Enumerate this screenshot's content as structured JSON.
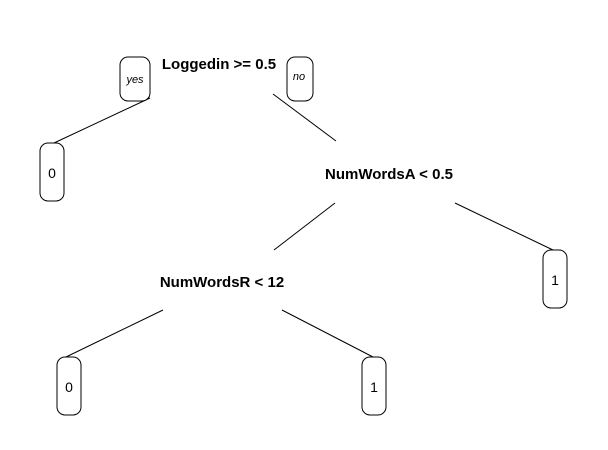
{
  "tree": {
    "root": {
      "label": "Loggedin >= 0.5",
      "yes_label": "yes",
      "no_label": "no"
    },
    "splits": [
      {
        "label": "NumWordsA < 0.5"
      },
      {
        "label": "NumWordsR < 12"
      }
    ],
    "leaves": [
      {
        "label": "0"
      },
      {
        "label": "1"
      },
      {
        "label": "0"
      },
      {
        "label": "1"
      }
    ]
  }
}
